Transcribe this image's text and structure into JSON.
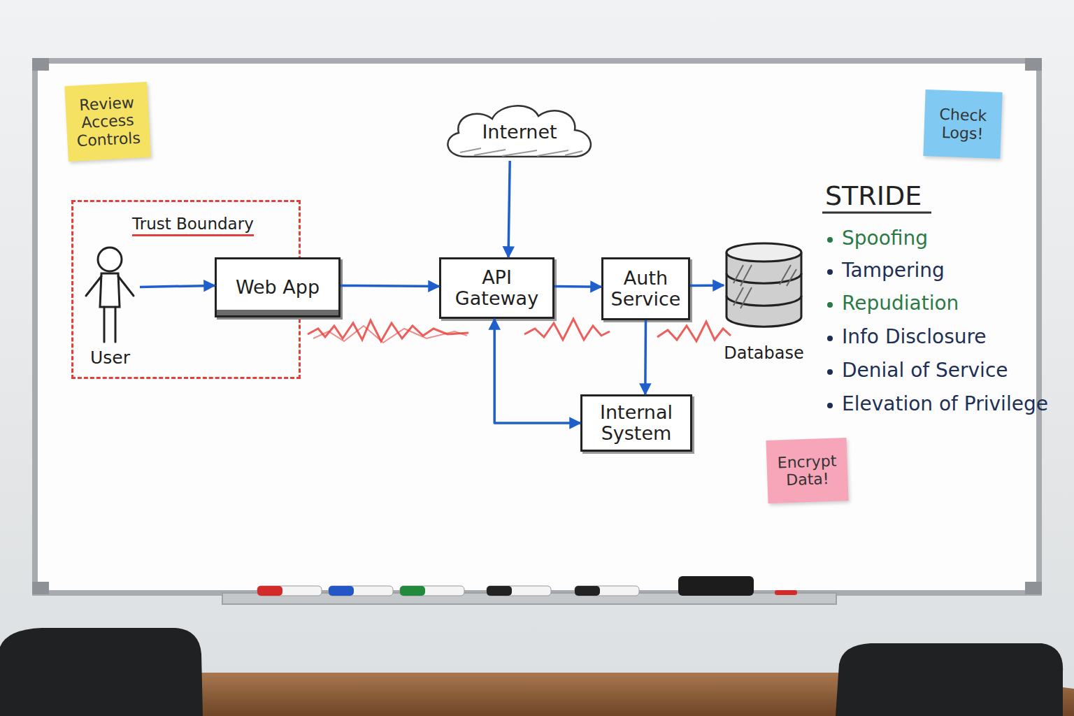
{
  "diagram": {
    "nodes": [
      {
        "text": [
          "Review Access Controls"
        ]
      },
      {
        "text": [
          "Internet"
        ]
      },
      {
        "text": [
          "Check Logs!"
        ]
      },
      {
        "text": [
          "Trust Boundary"
        ]
      },
      {
        "text": [
          "User"
        ],
        "in": 3
      },
      {
        "text": [
          "Web App"
        ]
      },
      {
        "text": [
          "API Gateway"
        ]
      },
      {
        "text": [
          "Auth Service"
        ]
      },
      {
        "text": [
          "Database"
        ]
      },
      {
        "text": [
          "Internal System"
        ]
      },
      {
        "text": [
          "Encrypt Data!"
        ]
      }
    ],
    "edges": [
      {
        "from": 4,
        "to": 5,
        "arrow": "to"
      },
      {
        "from": 5,
        "to": 6,
        "arrow": "to"
      },
      {
        "from": 1,
        "to": 6,
        "arrow": "to"
      },
      {
        "from": 6,
        "to": 7,
        "arrow": "to"
      },
      {
        "from": 7,
        "to": 8,
        "arrow": "to"
      },
      {
        "from": 7,
        "to": 9,
        "arrow": "to"
      },
      {
        "from": 6,
        "to": 9,
        "arrow": "both"
      }
    ],
    "labels": [
      "STRIDE",
      "Spoofing",
      "Tampering",
      "Repudiation",
      "Info Disclosure",
      "Denial of Service",
      "Elevation of Privilege"
    ]
  }
}
